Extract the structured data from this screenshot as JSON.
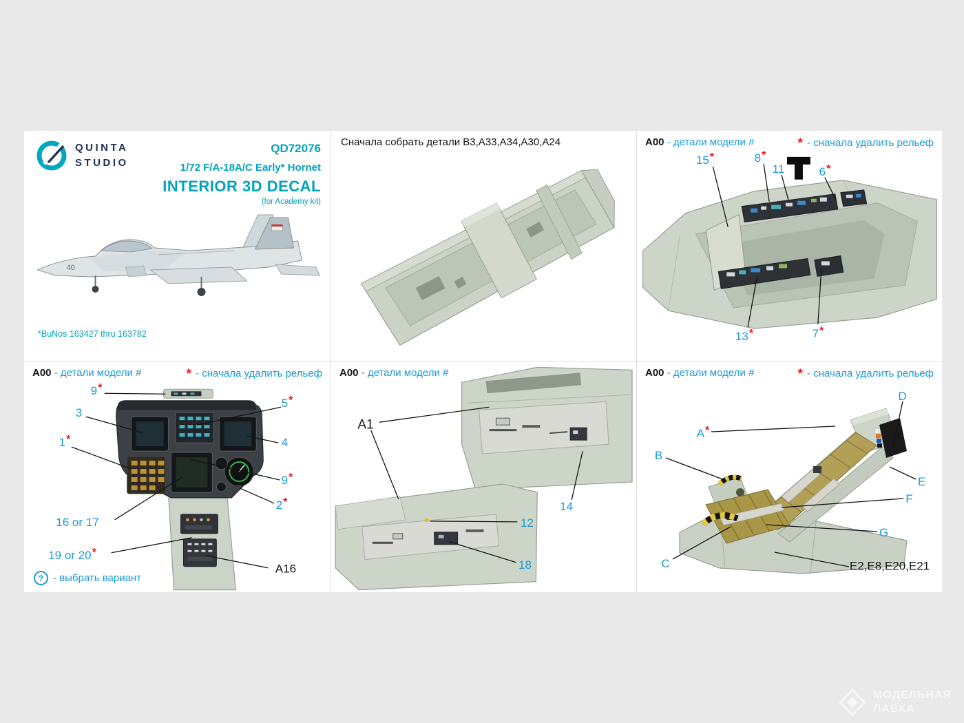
{
  "colors": {
    "accent": "#00a3ba",
    "callout": "#1a9ad5",
    "red": "#e8191f",
    "leader": "#141414",
    "render_base": "#ccd4c8"
  },
  "brand": {
    "logo_word1": "QUINTA",
    "logo_word2": "STUDIO",
    "code": "QD72076",
    "title": "1/72 F/A-18A/C Early* Hornet",
    "subtitle": "INTERIOR 3D DECAL",
    "kit": "(for Academy kit)",
    "bunos": "*BuNos 163427 thru 163782"
  },
  "legend": {
    "parts_code": "A00",
    "parts_label": "- детали модели #",
    "relief_mark": "*",
    "relief_label": "- сначала удалить рельеф",
    "variant_mark": "?",
    "variant_label": "- выбрать вариант"
  },
  "panels": {
    "assemble": {
      "note": "Сначала собрать детали B3,A33,A34,A30,A24"
    },
    "sidewalls": {
      "callouts": [
        {
          "label": "15",
          "mark": "*"
        },
        {
          "label": "8",
          "mark": "*"
        },
        {
          "label": "11",
          "mark": ""
        },
        {
          "label": "6",
          "mark": "*"
        },
        {
          "label": "13",
          "mark": "*"
        },
        {
          "label": "7",
          "mark": "*"
        }
      ]
    },
    "instrument_panel": {
      "callouts": [
        {
          "label": "9",
          "mark": "*"
        },
        {
          "label": "3",
          "mark": ""
        },
        {
          "label": "5",
          "mark": "*"
        },
        {
          "label": "4",
          "mark": ""
        },
        {
          "label": "1",
          "mark": "*"
        },
        {
          "label": "9",
          "mark": "*"
        },
        {
          "label": "2",
          "mark": "*"
        },
        {
          "label": "16 or 17",
          "mark": ""
        },
        {
          "label": "19 or 20",
          "mark": "*"
        }
      ],
      "part_ref": "A16"
    },
    "side_consoles": {
      "part_ref": "A1",
      "callouts": [
        {
          "label": "14",
          "mark": ""
        },
        {
          "label": "12",
          "mark": ""
        },
        {
          "label": "18",
          "mark": ""
        }
      ]
    },
    "seat": {
      "callouts": [
        {
          "label": "A",
          "mark": "*"
        },
        {
          "label": "D",
          "mark": ""
        },
        {
          "label": "B",
          "mark": ""
        },
        {
          "label": "E",
          "mark": ""
        },
        {
          "label": "F",
          "mark": ""
        },
        {
          "label": "G",
          "mark": ""
        },
        {
          "label": "C",
          "mark": ""
        }
      ],
      "part_ref": "E2,E8,E20,E21"
    }
  },
  "watermark": {
    "line1": "МОДЕЛЬНАЯ",
    "line2": "ЛАВКА"
  }
}
